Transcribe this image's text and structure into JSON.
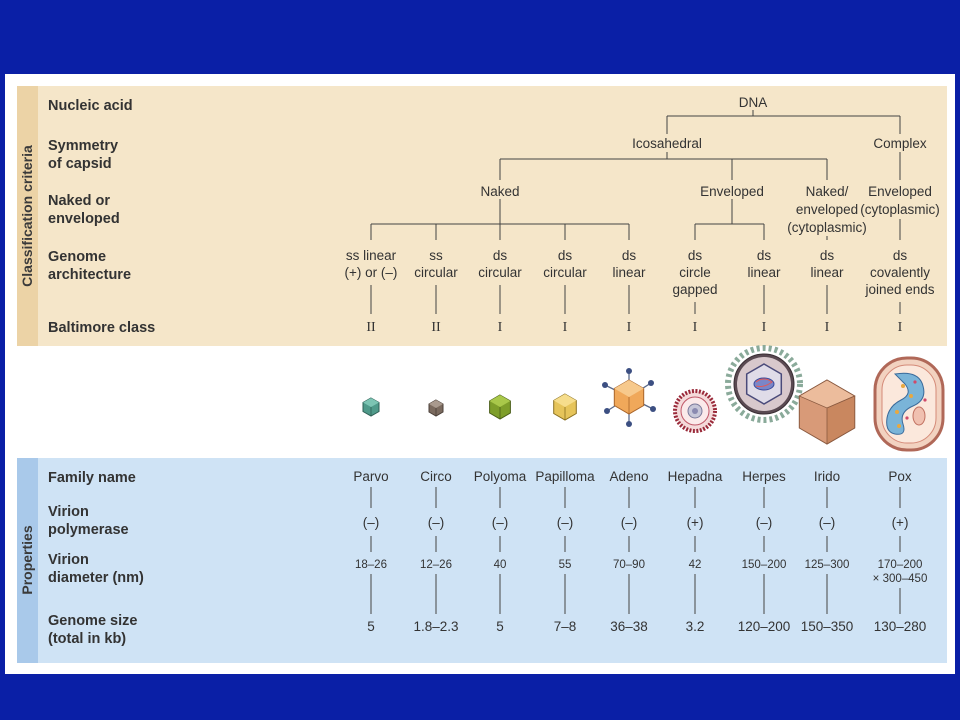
{
  "sections": {
    "classification": "Classification criteria",
    "properties": "Properties"
  },
  "row_labels": {
    "nucleic_acid": "Nucleic acid",
    "symmetry_1": "Symmetry",
    "symmetry_2": "of capsid",
    "enveloped_1": "Naked or",
    "enveloped_2": "enveloped",
    "genome_1": "Genome",
    "genome_2": "architecture",
    "baltimore": "Baltimore class",
    "family": "Family name",
    "polymerase_1": "Virion",
    "polymerase_2": "polymerase",
    "diameter_1": "Virion",
    "diameter_2": "diameter (nm)",
    "genome_size_1": "Genome size",
    "genome_size_2": "(total in kb)"
  },
  "tree": {
    "nucleic_acid": "DNA",
    "symmetry": {
      "icosahedral": "Icosahedral",
      "complex": "Complex"
    },
    "envelope": {
      "naked": "Naked",
      "enveloped": "Enveloped",
      "naked_env_1": "Naked/",
      "naked_env_2": "enveloped",
      "naked_env_3": "(cytoplasmic)",
      "enveloped_cyto_1": "Enveloped",
      "enveloped_cyto_2": "(cytoplasmic)"
    }
  },
  "columns": [
    {
      "genome": [
        "ss linear",
        "(+) or (–)"
      ],
      "baltimore": "II",
      "family": "Parvo",
      "polymerase": "(–)",
      "diameter": [
        "18–26"
      ],
      "genome_size": "5"
    },
    {
      "genome": [
        "ss",
        "circular"
      ],
      "baltimore": "II",
      "family": "Circo",
      "polymerase": "(–)",
      "diameter": [
        "12–26"
      ],
      "genome_size": "1.8–2.3"
    },
    {
      "genome": [
        "ds",
        "circular"
      ],
      "baltimore": "I",
      "family": "Polyoma",
      "polymerase": "(–)",
      "diameter": [
        "40"
      ],
      "genome_size": "5"
    },
    {
      "genome": [
        "ds",
        "circular"
      ],
      "baltimore": "I",
      "family": "Papilloma",
      "polymerase": "(–)",
      "diameter": [
        "55"
      ],
      "genome_size": "7–8"
    },
    {
      "genome": [
        "ds",
        "linear"
      ],
      "baltimore": "I",
      "family": "Adeno",
      "polymerase": "(–)",
      "diameter": [
        "70–90"
      ],
      "genome_size": "36–38"
    },
    {
      "genome": [
        "ds",
        "circle",
        "gapped"
      ],
      "baltimore": "I",
      "family": "Hepadna",
      "polymerase": "(+)",
      "diameter": [
        "42"
      ],
      "genome_size": "3.2"
    },
    {
      "genome": [
        "ds",
        "linear"
      ],
      "baltimore": "I",
      "family": "Herpes",
      "polymerase": "(–)",
      "diameter": [
        "150–200"
      ],
      "genome_size": "120–200"
    },
    {
      "genome": [
        "ds",
        "linear"
      ],
      "baltimore": "I",
      "family": "Irido",
      "polymerase": "(–)",
      "diameter": [
        "125–300"
      ],
      "genome_size": "150–350"
    },
    {
      "genome": [
        "ds",
        "covalently",
        "joined ends"
      ],
      "baltimore": "I",
      "family": "Pox",
      "polymerase": "(+)",
      "diameter": [
        "170–200",
        "× 300–450"
      ],
      "genome_size": "130–280"
    }
  ],
  "colors": {
    "slide_background": "#0a1fa6",
    "classification_panel": "#f5e6c9",
    "classification_band": "#ecd3a6",
    "properties_panel": "#cfe3f5",
    "properties_band": "#a9c9ea"
  }
}
